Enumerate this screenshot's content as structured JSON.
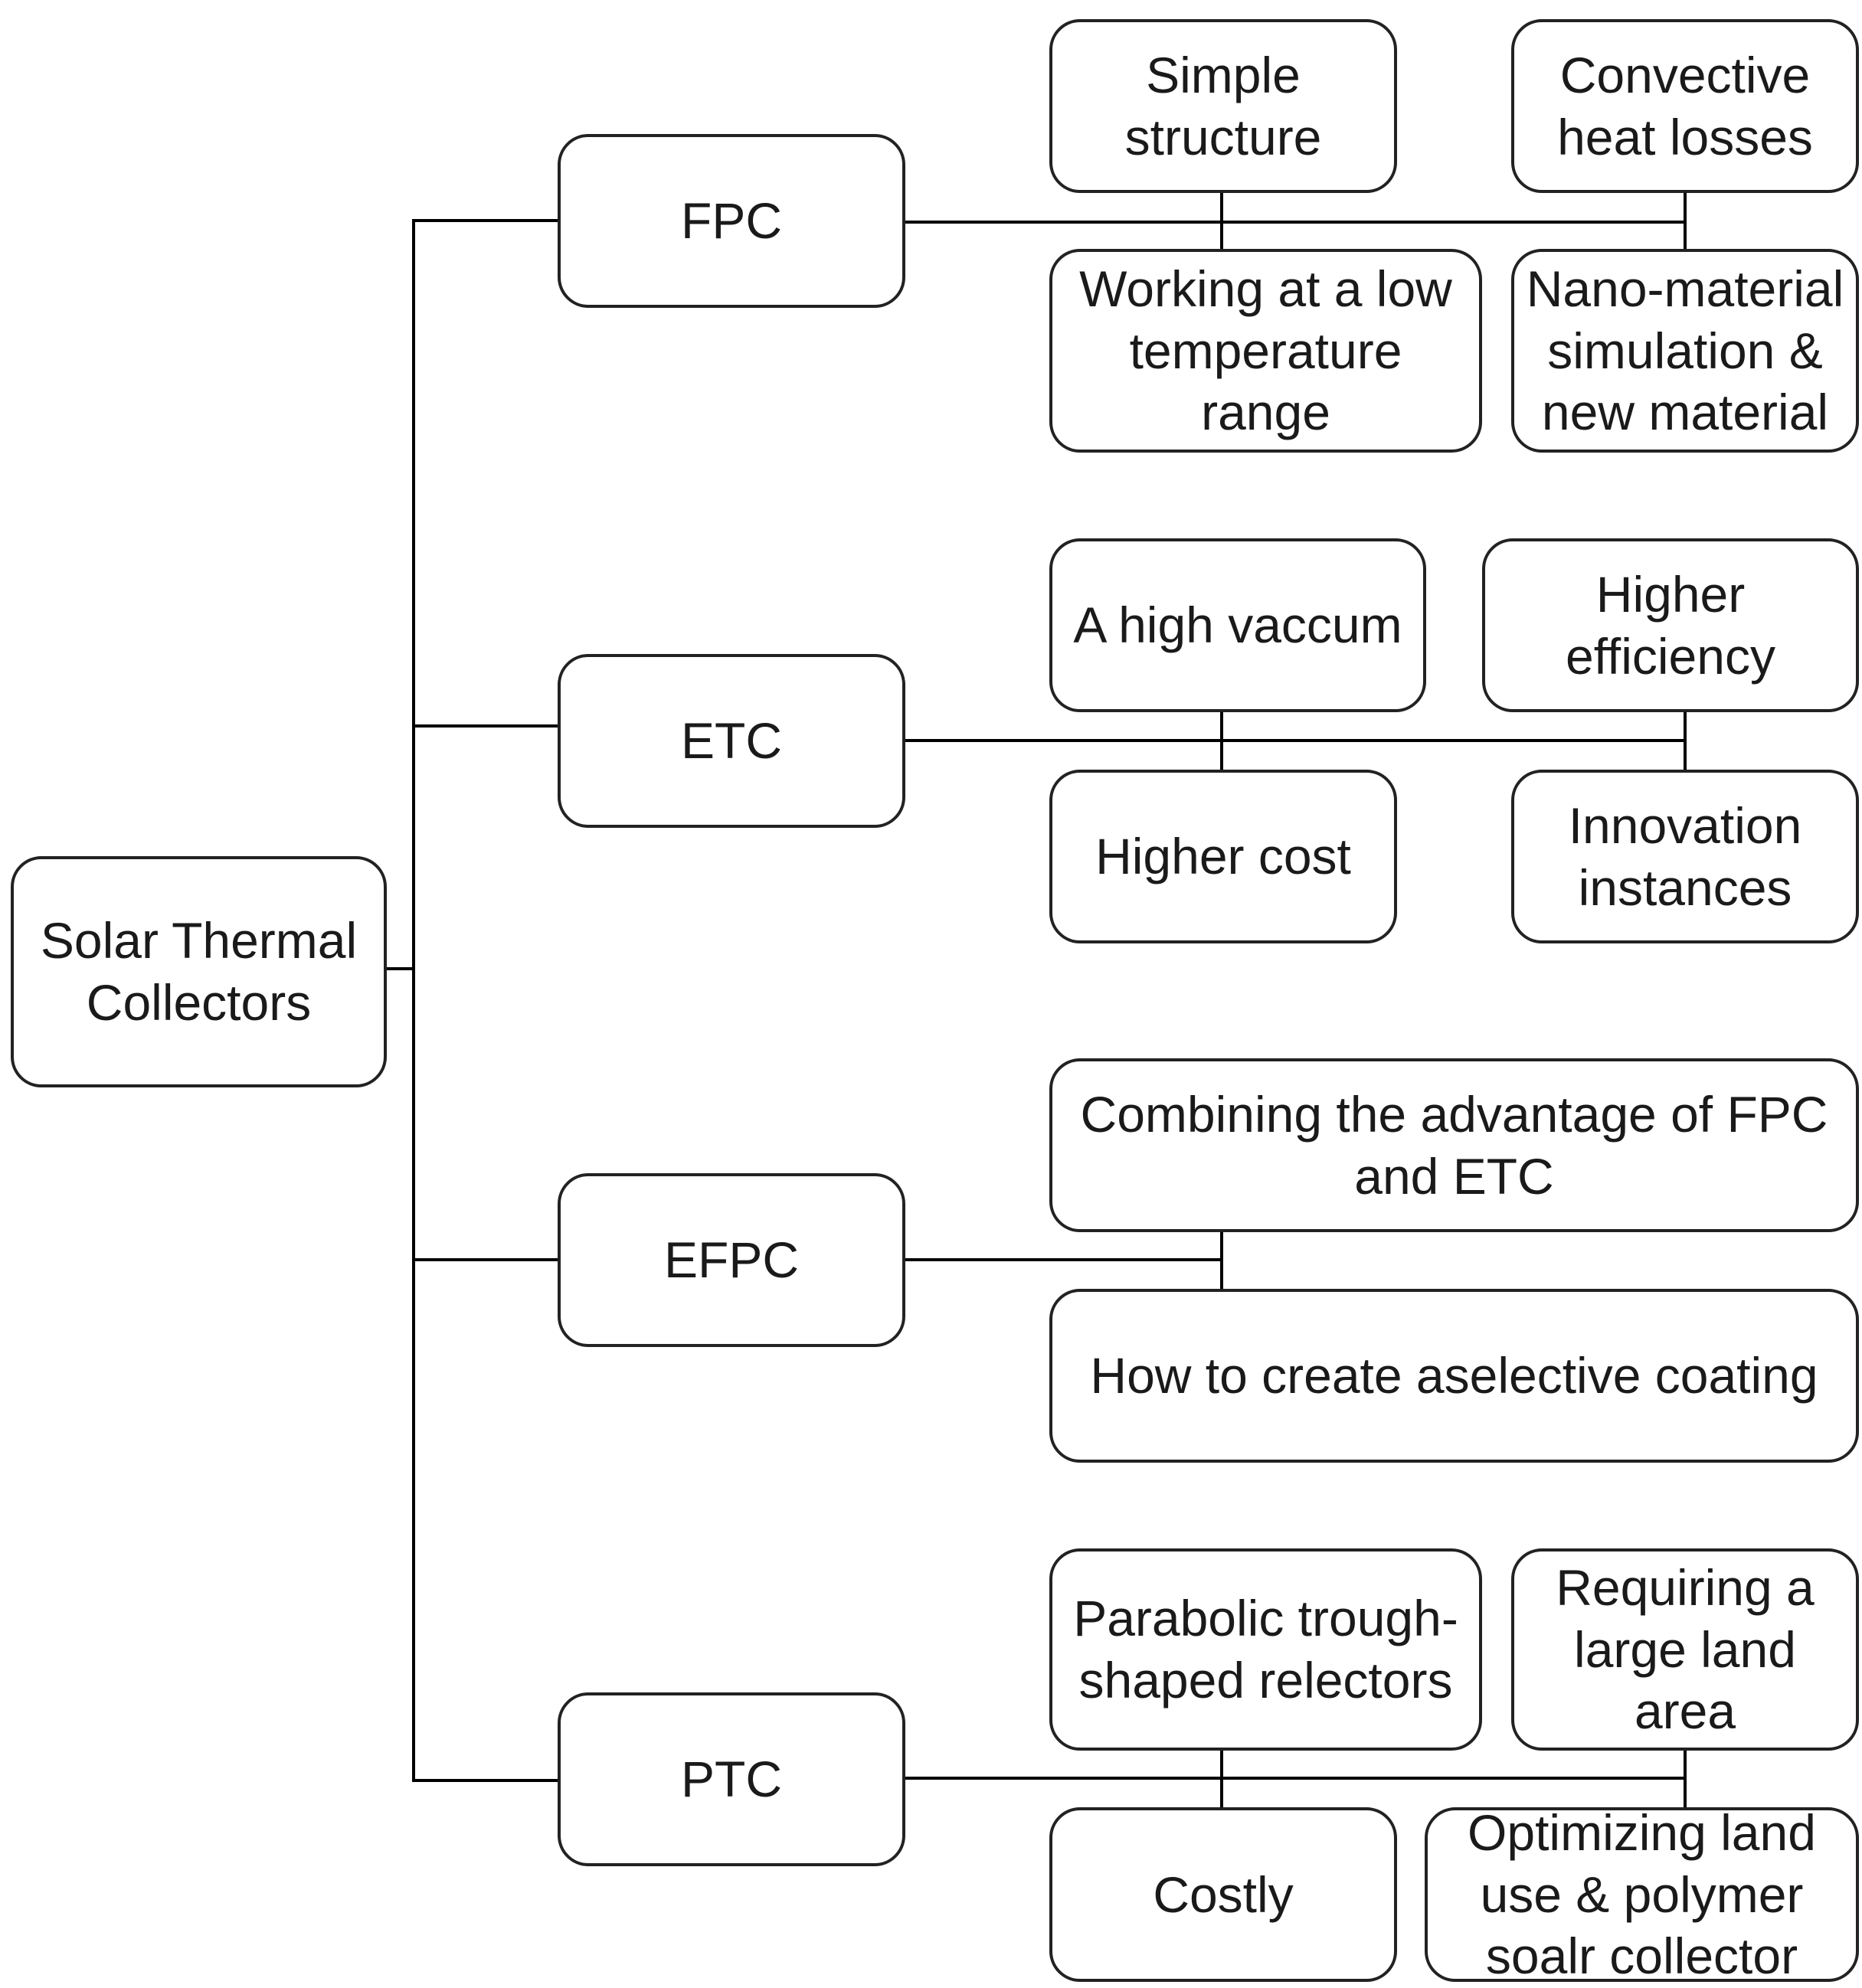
{
  "diagram": {
    "root": {
      "label": "Solar Thermal Collectors"
    },
    "branches": [
      {
        "label": "FPC",
        "items": [
          "Simple\nstructure",
          "Convective\nheat losses",
          "Working at a low\ntemperature\nrange",
          "Nano-material\nsimulation &\nnew material"
        ]
      },
      {
        "label": "ETC",
        "items": [
          "A high vaccum",
          "Higher\nefficiency",
          "Higher cost",
          "Innovation\ninstances"
        ]
      },
      {
        "label": "EFPC",
        "items": [
          "Combining the advantage of FPC\nand ETC",
          "How to create aselective coating"
        ]
      },
      {
        "label": "PTC",
        "items": [
          "Parabolic trough-\nshaped relectors",
          "Requiring a\nlarge land\narea",
          "Costly",
          "Optimizing land\nuse & polymer\nsoalr collector"
        ]
      }
    ]
  }
}
